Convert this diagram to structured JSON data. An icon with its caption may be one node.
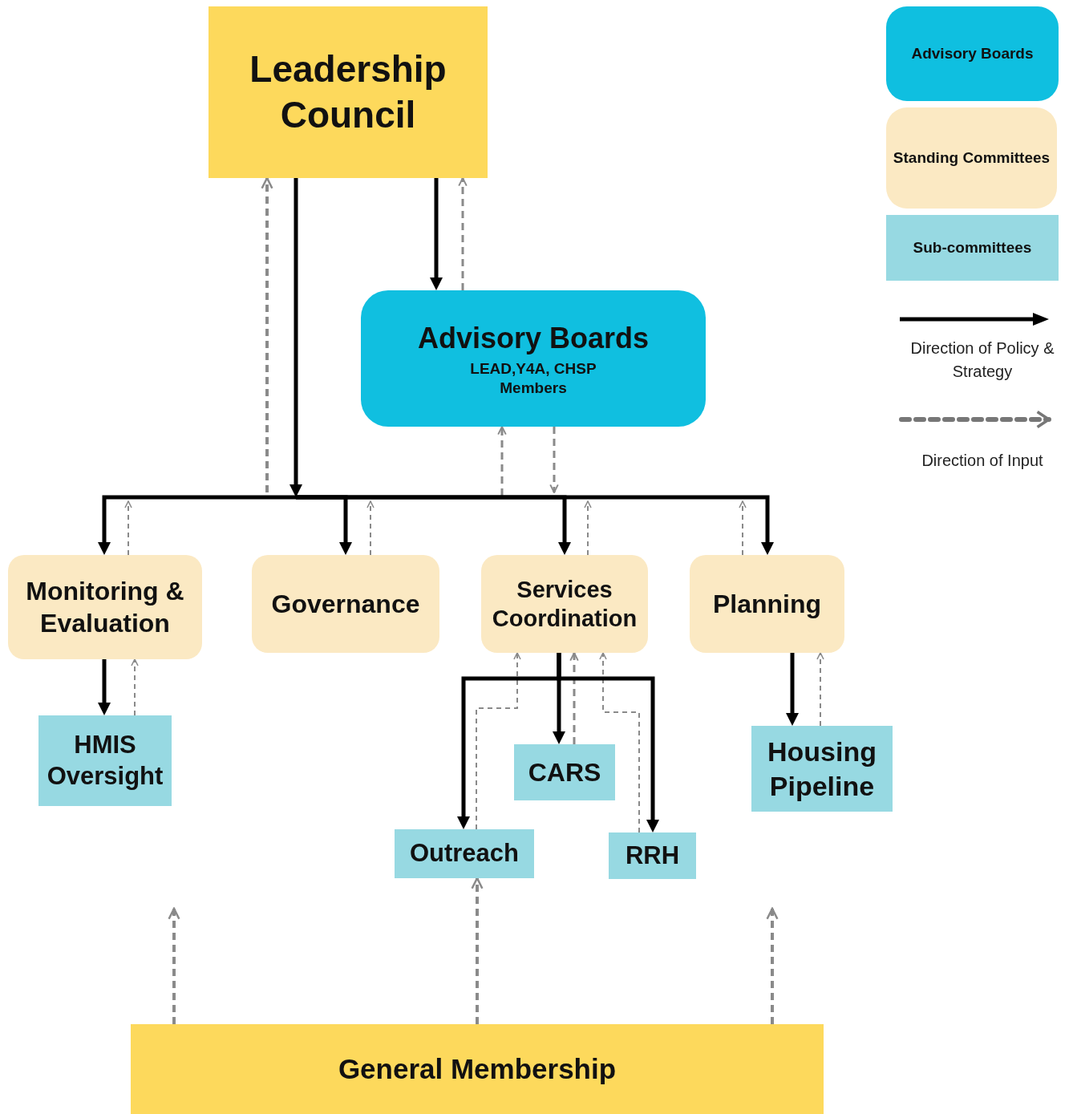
{
  "diagram": {
    "nodes": [
      {
        "text": [
          "Leadership Council"
        ]
      },
      {
        "text": [
          "Advisory Boards",
          "LEAD,Y4A, CHSP Members"
        ]
      },
      {
        "text": [
          "Monitoring & Evaluation"
        ]
      },
      {
        "text": [
          "Governance"
        ]
      },
      {
        "text": [
          "Services Coordination"
        ]
      },
      {
        "text": [
          "Planning"
        ]
      },
      {
        "text": [
          "HMIS Oversight"
        ]
      },
      {
        "text": [
          "CARS"
        ]
      },
      {
        "text": [
          "Outreach"
        ]
      },
      {
        "text": [
          "RRH"
        ]
      },
      {
        "text": [
          "Housing Pipeline"
        ]
      },
      {
        "text": [
          "General Membership"
        ]
      }
    ],
    "edges": [
      {
        "from": 0,
        "to": 1,
        "arrow": "to",
        "color": "#000000"
      },
      {
        "from": 0,
        "to": null,
        "arrow": "to",
        "color": "#000000"
      },
      {
        "from": null,
        "to": 2,
        "arrow": "to",
        "color": "#000000"
      },
      {
        "from": null,
        "to": 3,
        "arrow": "to",
        "color": "#000000"
      },
      {
        "from": null,
        "to": 4,
        "arrow": "to",
        "color": "#000000"
      },
      {
        "from": null,
        "to": 5,
        "arrow": "to",
        "color": "#000000"
      },
      {
        "from": 1,
        "to": 0,
        "arrow": "to",
        "style": "dashed"
      },
      {
        "from": null,
        "to": 0,
        "arrow": "to",
        "style": "dashed"
      },
      {
        "from": null,
        "to": 1,
        "arrow": "to",
        "style": "dashed"
      },
      {
        "from": 1,
        "to": null,
        "arrow": "to",
        "style": "dashed"
      },
      {
        "from": 2,
        "to": null,
        "arrow": "to",
        "style": "dashed"
      },
      {
        "from": 3,
        "to": null,
        "arrow": "to",
        "style": "dashed"
      },
      {
        "from": 4,
        "to": null,
        "arrow": "to",
        "style": "dashed"
      },
      {
        "from": 5,
        "to": null,
        "arrow": "to",
        "style": "dashed"
      },
      {
        "from": 2,
        "to": 6,
        "arrow": "to",
        "color": "#000000"
      },
      {
        "from": 6,
        "to": 2,
        "arrow": "to",
        "style": "dashed"
      },
      {
        "from": 4,
        "to": 7,
        "arrow": "to",
        "color": "#000000"
      },
      {
        "from": 4,
        "to": 8,
        "arrow": "to",
        "color": "#000000"
      },
      {
        "from": 4,
        "to": 9,
        "arrow": "to",
        "color": "#000000"
      },
      {
        "from": 7,
        "to": 4,
        "arrow": "to",
        "style": "dashed"
      },
      {
        "from": 8,
        "to": 4,
        "arrow": "to",
        "style": "dashed"
      },
      {
        "from": 9,
        "to": 4,
        "arrow": "to",
        "style": "dashed"
      },
      {
        "from": 5,
        "to": 10,
        "arrow": "to",
        "color": "#000000"
      },
      {
        "from": 10,
        "to": 5,
        "arrow": "to",
        "style": "dashed"
      },
      {
        "from": 11,
        "to": null,
        "arrow": "to",
        "style": "dashed"
      },
      {
        "from": 11,
        "to": 8,
        "arrow": "to",
        "style": "dashed"
      },
      {
        "from": 11,
        "to": null,
        "arrow": "to",
        "style": "dashed"
      }
    ],
    "legend": [
      {
        "text": "Advisory Boards",
        "color": "#0fbfe0"
      },
      {
        "text": "Standing Committees",
        "color": "#fbe9c3"
      },
      {
        "text": "Sub-committees",
        "color": "#97d9e2"
      },
      {
        "text": "Direction of Policy & Strategy"
      },
      {
        "text": "Direction of Input"
      }
    ]
  }
}
